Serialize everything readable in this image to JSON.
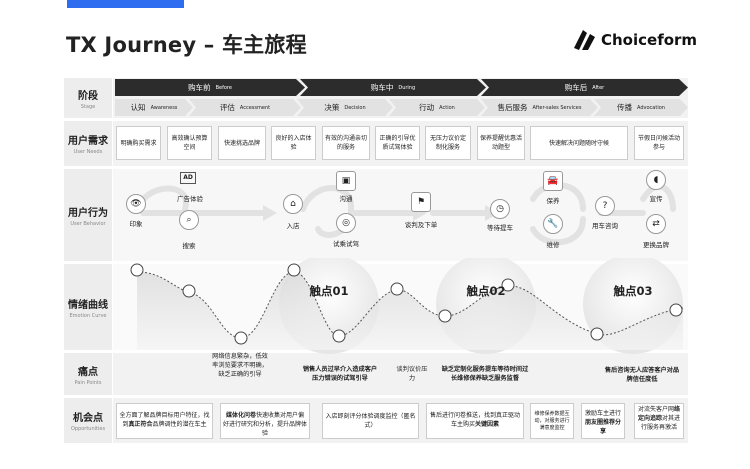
{
  "header": {
    "title": "TX Journey – 车主旅程",
    "brand": "Choiceform"
  },
  "rows": {
    "stage": {
      "cn": "阶段",
      "en": "Stage"
    },
    "needs": {
      "cn": "用户需求",
      "en": "User Needs"
    },
    "behavior": {
      "cn": "用户行为",
      "en": "User Behavior"
    },
    "emotion": {
      "cn": "情绪曲线",
      "en": "Emotion Curve"
    },
    "pain": {
      "cn": "痛点",
      "en": "Pain Points"
    },
    "opp": {
      "cn": "机会点",
      "en": "Opportunities"
    }
  },
  "phases": [
    {
      "cn": "购车前",
      "en": "Before"
    },
    {
      "cn": "购车中",
      "en": "During"
    },
    {
      "cn": "购车后",
      "en": "After"
    }
  ],
  "substages": [
    {
      "cn": "认知",
      "en": "Awareness"
    },
    {
      "cn": "评估",
      "en": "Accessment"
    },
    {
      "cn": "决策",
      "en": "Decision"
    },
    {
      "cn": "行动",
      "en": "Action"
    },
    {
      "cn": "售后服务",
      "en": "After-sales Services"
    },
    {
      "cn": "传播",
      "en": "Advocation"
    }
  ],
  "needs": [
    "明确购买需求",
    "高效确认预算空间",
    "快速挑选品牌",
    "良好的入店体验",
    "有效的沟通亲切的服务",
    "正确的引导优质试驾体验",
    "无压力议价定制化服务",
    "保养提醒优惠活动题型",
    "快速解决问题随时守候",
    "节假日问候活动参与"
  ],
  "behaviors": {
    "b1": "印象",
    "b2": "广告体验",
    "b3": "搜索",
    "b4": "入店",
    "b5": "沟通",
    "b6": "试乘试驾",
    "b7": "谈判及下单",
    "b8": "等待提车",
    "b9": "保养",
    "b10": "维修",
    "b11": "用车咨询",
    "b12": "宣传",
    "b13": "更换品牌",
    "ad": "AD"
  },
  "touchpoints": [
    "触点01",
    "触点02",
    "触点03"
  ],
  "pains": {
    "p1": "网络信息繁杂，低效率浏览要求不明确，缺乏正确的引导",
    "p2": "销售人员过早介入造成客户压力错误的试驾引导",
    "p3": "谈判议价压力",
    "p4": "缺乏定制化服务提车等待时间过长维修保养缺乏服务监督",
    "p5": "售后咨询无人应答客户对品牌信任度低"
  },
  "opps": {
    "o1a": "全方面了解品牌目标用户特征，找到",
    "o1b": "真正符合",
    "o1c": "品牌调性的潜在车主",
    "o2a": "媒体化问卷",
    "o2b": "快速收集对用户偏好进行研究和分析，提升品牌体验",
    "o3": "入店即刻评分体验调度监控（匿名式）",
    "o4a": "售后进行问卷推送，找到真正驱动车主购买",
    "o4b": "关键因素",
    "o5": "维修保养数据互动，对服务进行满意度监控",
    "o6a": "激励车主进行",
    "o6b": "朋友圈推荐分享",
    "o7a": "对流失客户网",
    "o7b": "络定向追踪",
    "o7c": "对其进行服务再激活"
  }
}
